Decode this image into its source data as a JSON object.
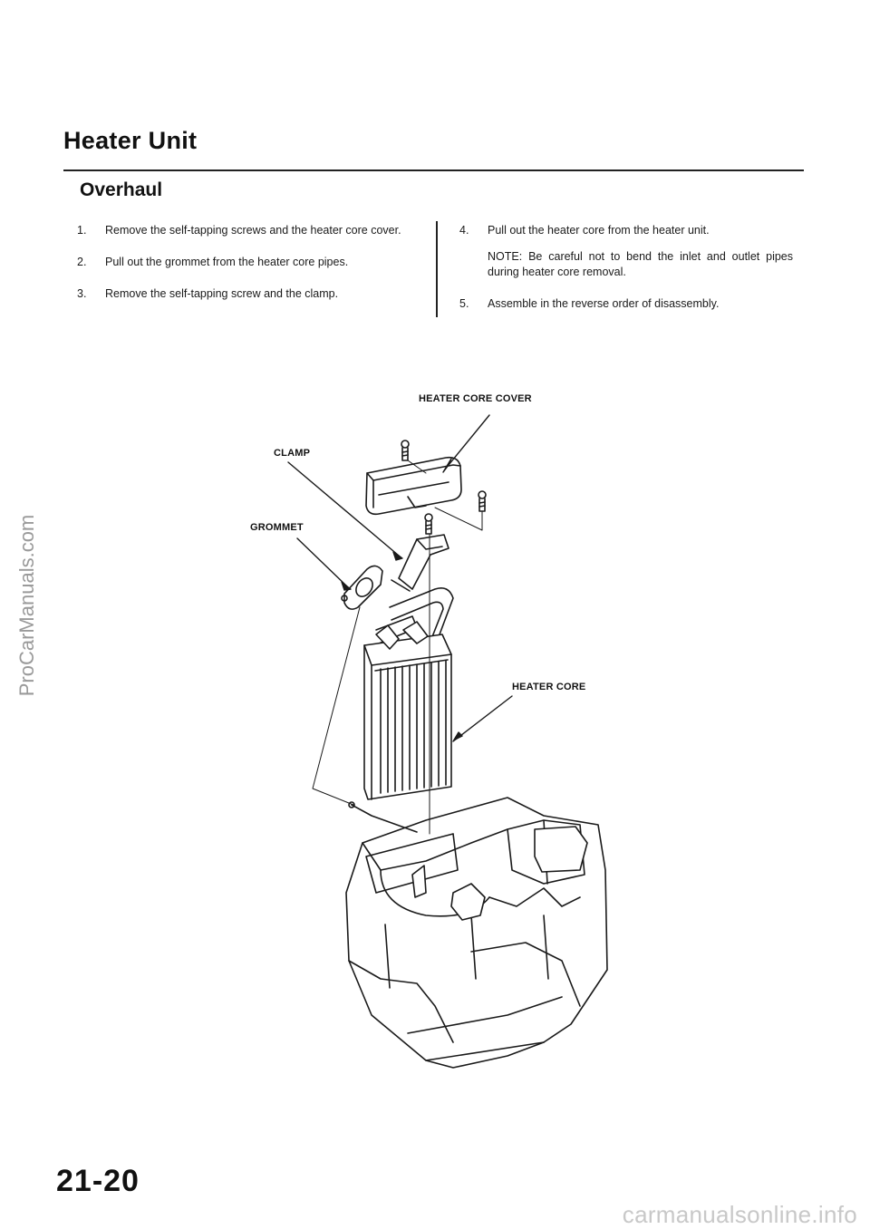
{
  "header": {
    "title": "Heater Unit",
    "subtitle": "Overhaul"
  },
  "steps_left": [
    {
      "num": "1.",
      "text": "Remove the self-tapping screws and the heater core cover."
    },
    {
      "num": "2.",
      "text": "Pull out the grommet from the heater core pipes."
    },
    {
      "num": "3.",
      "text": "Remove the self-tapping screw and the clamp."
    }
  ],
  "steps_right": [
    {
      "num": "4.",
      "text": "Pull out the heater core from the heater unit."
    },
    {
      "num": "5.",
      "text": "Assemble in the reverse order of disassembly."
    }
  ],
  "note": "NOTE: Be careful not to bend the inlet and outlet pipes during heater core removal.",
  "diagram_labels": {
    "heater_core_cover": "HEATER CORE COVER",
    "clamp": "CLAMP",
    "grommet": "GROMMET",
    "heater_core": "HEATER CORE"
  },
  "footer": {
    "page_number": "21-20"
  },
  "watermarks": {
    "side": "ProCarManuals.com",
    "bottom": "carmanualsonline.info"
  }
}
